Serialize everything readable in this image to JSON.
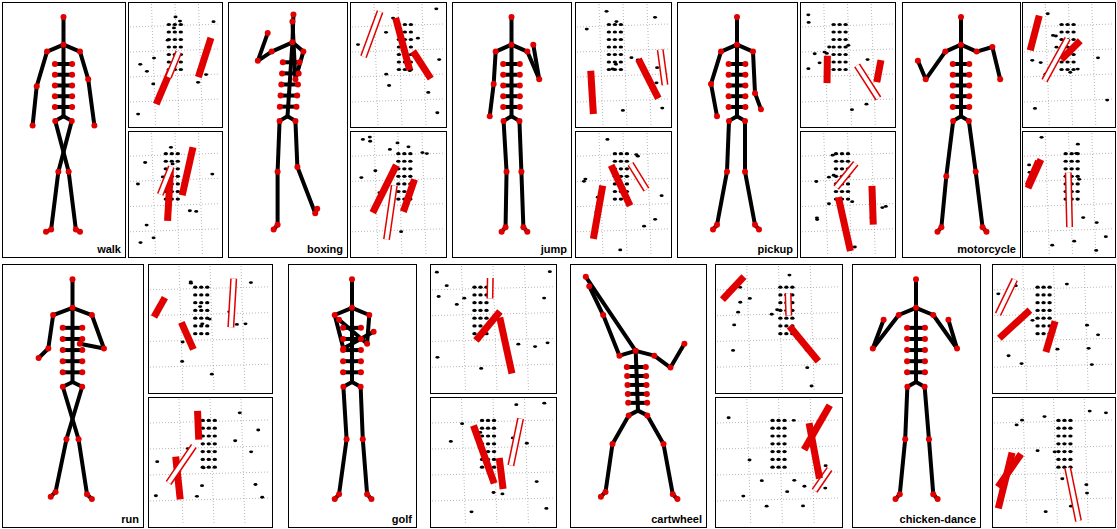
{
  "diagram": {
    "nodes": [
      {
        "text": [
          "walk"
        ]
      },
      {
        "text": [
          "boxing"
        ]
      },
      {
        "text": [
          "jump"
        ]
      },
      {
        "text": [
          "pickup"
        ]
      },
      {
        "text": [
          "motorcycle"
        ]
      },
      {
        "text": [
          "run"
        ]
      },
      {
        "text": [
          "golf"
        ]
      },
      {
        "text": [
          "cartwheel"
        ]
      },
      {
        "text": [
          "chicken-dance"
        ]
      }
    ]
  }
}
